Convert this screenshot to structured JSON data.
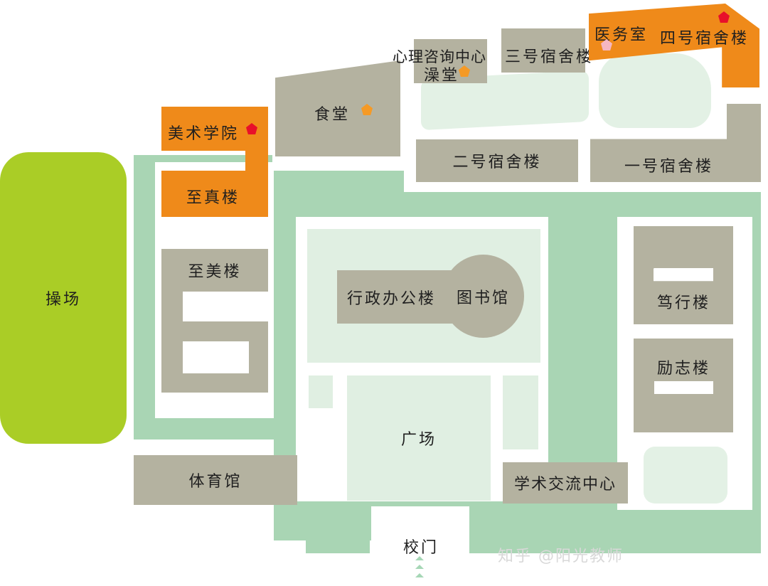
{
  "labels": {
    "playground": "操场",
    "art_school": "美术学院",
    "zhizhen": "至真楼",
    "zhimei": "至美楼",
    "canteen": "食堂",
    "counseling": "心理咨询中心",
    "bathhouse": "澡堂",
    "dorm3": "三号宿舍楼",
    "clinic": "医务室",
    "dorm4": "四号宿舍楼",
    "dorm2": "二号宿舍楼",
    "dorm1": "一号宿舍楼",
    "admin": "行政办公楼",
    "library": "图书馆",
    "duxing": "笃行楼",
    "lizhi": "励志楼",
    "square": "广场",
    "gym": "体育馆",
    "academic": "学术交流中心",
    "gate": "校门"
  },
  "watermark": "知乎 @阳光教师"
}
